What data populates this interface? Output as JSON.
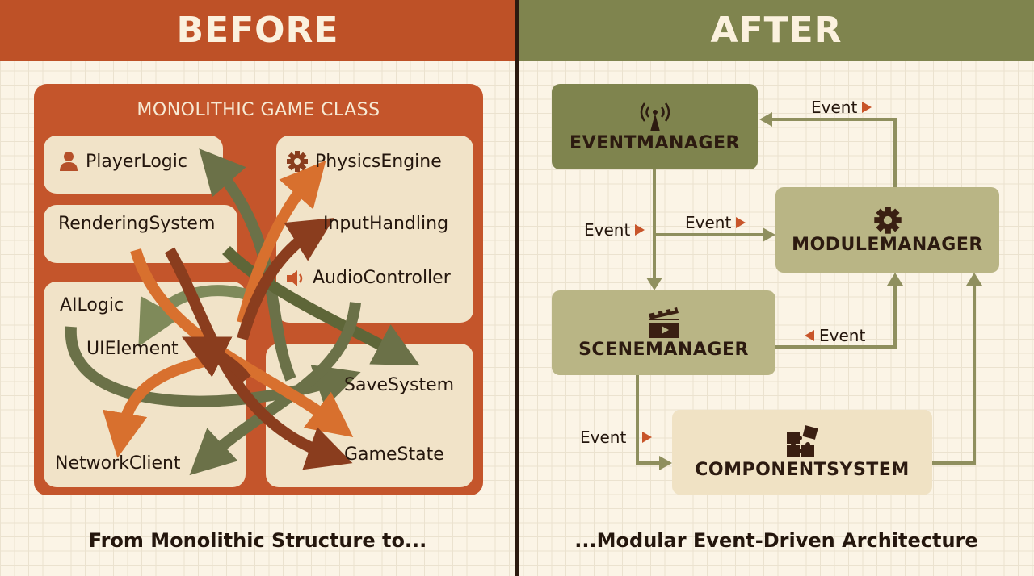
{
  "before": {
    "header": "BEFORE",
    "monolith_title": "MONOLITHIC GAME CLASS",
    "modules": {
      "player_logic": "PlayerLogic",
      "rendering_system": "RenderingSystem",
      "physics_engine": "PhysicsEngine",
      "input_handling": "InputHandling",
      "audio_controller": "AudioController",
      "ai_logic": "AILogic",
      "ui_element": "UIElement",
      "network_client": "NetworkClient",
      "save_system": "SaveSystem",
      "game_state": "GameState"
    },
    "caption": "From Monolithic Structure to..."
  },
  "after": {
    "header": "AFTER",
    "nodes": {
      "event_manager": "EVENTMANAGER",
      "module_manager": "MODULEMANAGER",
      "scene_manager": "SCENEMANAGER",
      "component_system": "COMPONENTSYSTEM"
    },
    "edge_label": "Event",
    "caption": "...Modular Event-Driven Architecture"
  },
  "colors": {
    "before_accent": "#be5127",
    "after_accent": "#7f844e",
    "event_manager_fill": "#7f844e",
    "module_fill": "#b9b585",
    "component_fill": "#f0e2c4",
    "arrow_olive": "#6b7148",
    "arrow_orange": "#d8702e",
    "arrow_brown": "#8a3d1e",
    "event_marker": "#c8552a"
  }
}
